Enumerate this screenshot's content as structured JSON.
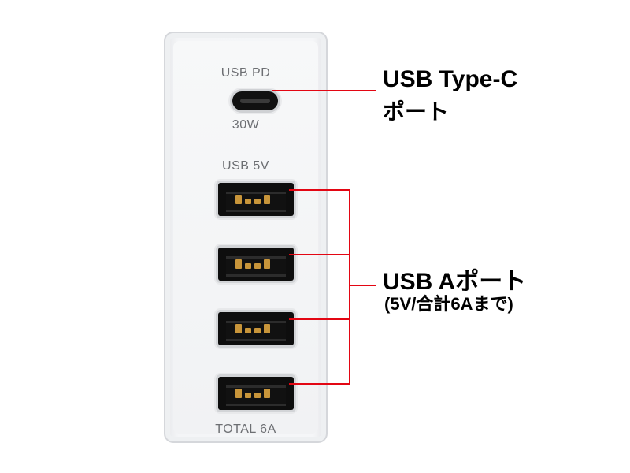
{
  "device": {
    "usbc_label": "USB PD",
    "usbc_watt": "30W",
    "usba_label": "USB 5V",
    "total_label": "TOTAL 6A"
  },
  "callouts": {
    "typec_line1": "USB Type-C",
    "typec_line2": "ポート",
    "typea_line1": "USB Aポート",
    "typea_line2": "(5V/合計6Aまで)"
  },
  "colors": {
    "callout_line": "#e30613",
    "body": "#f4f5f7"
  }
}
